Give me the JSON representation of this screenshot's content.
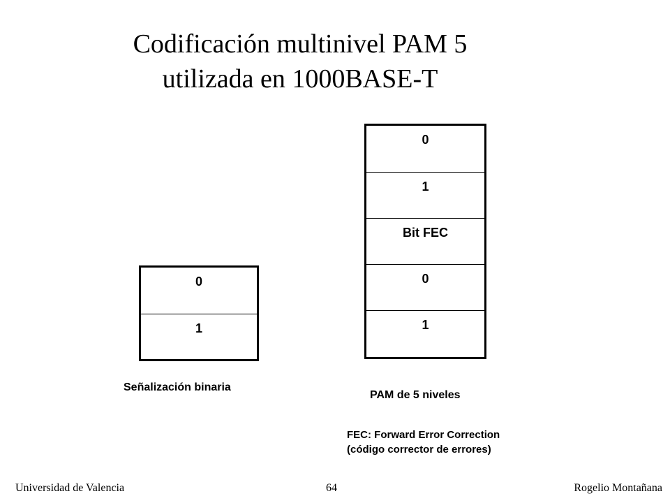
{
  "title": {
    "line1": "Codificación multinivel PAM 5",
    "line2": "utilizada en 1000BASE-T"
  },
  "binary_signaling": {
    "levels": [
      "0",
      "1"
    ],
    "caption": "Señalización binaria"
  },
  "pam5": {
    "levels": [
      "0",
      "1",
      "Bit FEC",
      "0",
      "1"
    ],
    "caption": "PAM de 5 niveles"
  },
  "fec_note": {
    "line1": "FEC: Forward Error Correction",
    "line2": "(código corrector de errores)"
  },
  "footer": {
    "left": "Universidad de Valencia",
    "center": "64",
    "right": "Rogelio Montañana"
  }
}
